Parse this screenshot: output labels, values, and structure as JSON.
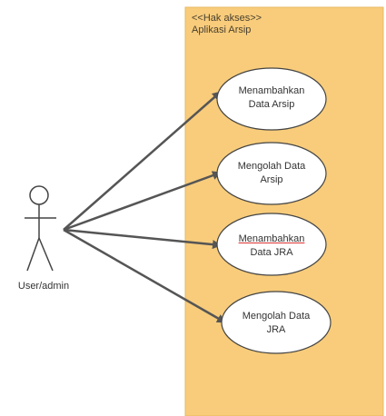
{
  "system": {
    "stereotype": "<<Hak akses>>",
    "name": "Aplikasi Arsip",
    "fill_color": "#f8cc7b"
  },
  "actor": {
    "label": "User/admin"
  },
  "use_cases": [
    {
      "line1": "Menambahkan",
      "line2": "Data Arsip"
    },
    {
      "line1": "Mengolah Data",
      "line2": "Arsip"
    },
    {
      "line1": "Menambahkan",
      "line2": "Data JRA"
    },
    {
      "line1": "Mengolah Data",
      "line2": "JRA"
    }
  ],
  "edge_color": "#555555"
}
